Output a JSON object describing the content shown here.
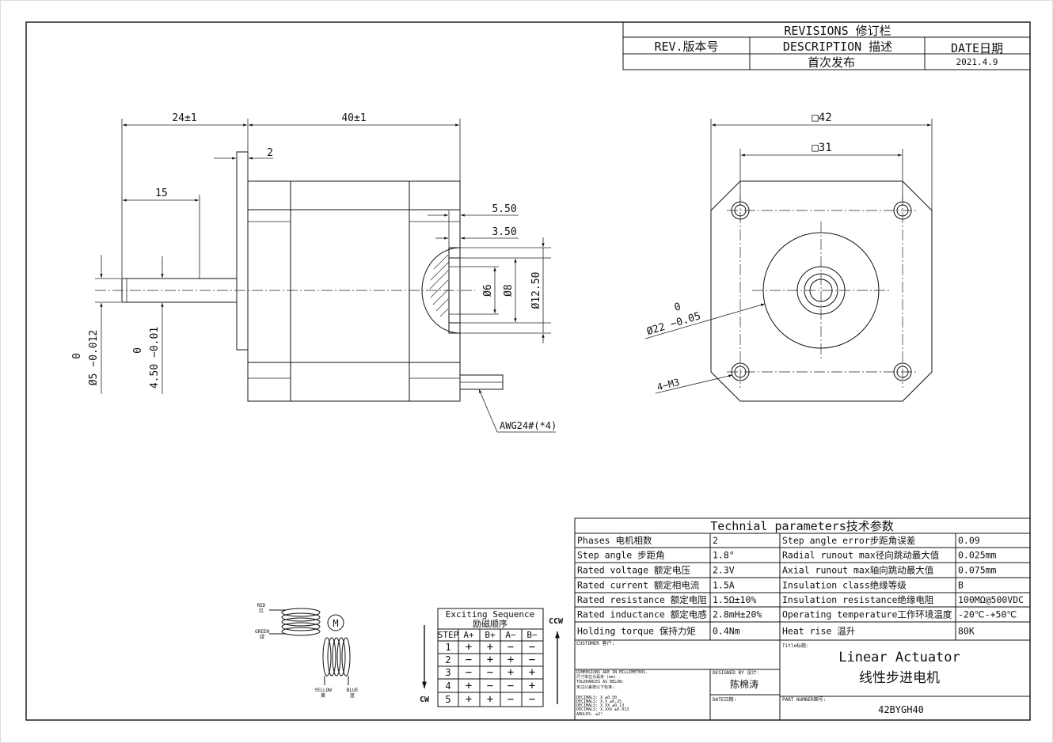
{
  "revisions": {
    "title": "REVISIONS 修订栏",
    "col_rev": "REV.版本号",
    "col_desc": "DESCRIPTION 描述",
    "col_date": "DATE日期",
    "row1_desc": "首次发布",
    "row1_date": "2021.4.9"
  },
  "side_view": {
    "dim_24": "24±1",
    "dim_40": "40±1",
    "dim_2": "2",
    "dim_15": "15",
    "dim_5_50": "5.50",
    "dim_3_50": "3.50",
    "dim_d6": "Ø6",
    "dim_d8": "Ø8",
    "dim_d12_50": "Ø12.50",
    "tol_0a": "0",
    "dim_d5": "Ø5 −0.012",
    "tol_0b": "0",
    "dim_4_50": "4.50 −0.01",
    "wire_label": "AWG24#(*4)"
  },
  "front_view": {
    "dim_sq42": "□42",
    "dim_sq31": "□31",
    "tol_0": "0",
    "dim_d22": "Ø22 −0.05",
    "holes": "4−M3"
  },
  "wiring": {
    "red": "RED",
    "red_cn": "红",
    "green": "GREEN",
    "green_cn": "绿",
    "motor": "M",
    "yellow": "YELLOW",
    "yellow_cn": "黄",
    "blue": "BLUE",
    "blue_cn": "蓝"
  },
  "sequence": {
    "title": "Exciting Sequence",
    "title_cn": "励磁顺序",
    "headers": [
      "STEP",
      "A+",
      "B+",
      "A−",
      "B−"
    ],
    "rows": [
      [
        "1",
        "+",
        "+",
        "−",
        "−"
      ],
      [
        "2",
        "−",
        "+",
        "+",
        "−"
      ],
      [
        "3",
        "−",
        "−",
        "+",
        "+"
      ],
      [
        "4",
        "+",
        "−",
        "−",
        "+"
      ],
      [
        "5",
        "+",
        "+",
        "−",
        "−"
      ]
    ],
    "ccw": "CCW",
    "cw": "CW"
  },
  "params": {
    "title": "Technial parameters技术参数",
    "rows": [
      [
        "Phases 电机相数",
        "2",
        "Step angle error步距角误差",
        "0.09"
      ],
      [
        "Step angle 步距角",
        "1.8°",
        "Radial runout max径向跳动最大值",
        "0.025mm"
      ],
      [
        "Rated voltage 额定电压",
        "2.3V",
        "Axial runout max轴向跳动最大值",
        "0.075mm"
      ],
      [
        "Rated current 额定相电流",
        "1.5A",
        "Insulation class绝缘等级",
        "B"
      ],
      [
        "Rated resistance 额定电阻",
        "1.5Ω±10%",
        "Insulation resistance绝缘电阻",
        "100MΩ@500VDC"
      ],
      [
        "Rated inductance 额定电感",
        "2.8mH±20%",
        "Operating temperature工作环境温度",
        "-20℃-+50℃"
      ],
      [
        "Holding torque 保持力矩",
        "0.4Nm",
        "Heat rise 温升",
        "80K"
      ]
    ]
  },
  "title_block": {
    "customer": "CUSTOMER 客户:",
    "title_label": "Title标题:",
    "title_en": "Linear Actuator",
    "title_cn": "线性步进电机",
    "notes": [
      "DIMENSIONS ARE IN MILLIMETERS.",
      "尺寸单位为毫米 (mm) .",
      "TOLERANCES AS BELOW:",
      "未注公差按以下标准:",
      "DECIMALS: X    ±0.50",
      "DECIMALS: X.X   ±0.25",
      "DECIMALS: X.XX  ±0.13",
      "DECIMALS: X.XXX ±0.013",
      "ANGLES:  ±2°"
    ],
    "designed_label": "DESIGNED BY 设计:",
    "designer": "陈棉涛",
    "date_label": "DATE日期:",
    "part_label": "PART NUMBER图号:",
    "part_number": "42BYGH40"
  }
}
